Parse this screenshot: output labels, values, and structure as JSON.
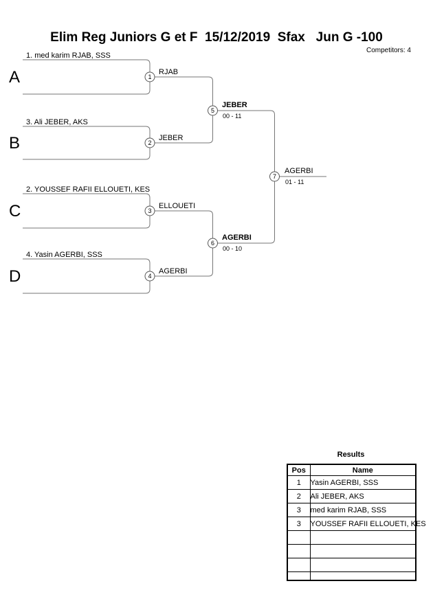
{
  "page": {
    "title": "Elim Reg Juniors G et F  15/12/2019  Sfax   Jun G -100",
    "competitors_label": "Competitors: 4"
  },
  "colors": {
    "line": "#757575",
    "circle_stroke": "#555555",
    "circle_fill": "#ffffff",
    "text": "#000000",
    "table_border": "#000000"
  },
  "bracket": {
    "slots": [
      {
        "letter": "A",
        "seed": "1. med karim RJAB, SSS"
      },
      {
        "letter": "B",
        "seed": "3. Ali JEBER, AKS"
      },
      {
        "letter": "C",
        "seed": "2. YOUSSEF RAFII ELLOUETI, KES"
      },
      {
        "letter": "D",
        "seed": "4. Yasin AGERBI, SSS"
      }
    ],
    "matches": [
      {
        "number": "1",
        "winner": "RJAB",
        "score": ""
      },
      {
        "number": "2",
        "winner": "JEBER",
        "score": ""
      },
      {
        "number": "3",
        "winner": "ELLOUETI",
        "score": ""
      },
      {
        "number": "4",
        "winner": "AGERBI",
        "score": ""
      },
      {
        "number": "5",
        "winner": "JEBER",
        "score": "00 - 11"
      },
      {
        "number": "6",
        "winner": "AGERBI",
        "score": "00 - 10"
      },
      {
        "number": "7",
        "winner": "AGERBI",
        "score": "01 - 11"
      }
    ]
  },
  "results": {
    "title": "Results",
    "columns": {
      "pos": "Pos",
      "name": "Name"
    },
    "rows": [
      {
        "pos": "1",
        "name": "Yasin AGERBI, SSS"
      },
      {
        "pos": "2",
        "name": "Ali JEBER, AKS"
      },
      {
        "pos": "3",
        "name": "med karim RJAB, SSS"
      },
      {
        "pos": "3",
        "name": "YOUSSEF RAFII ELLOUETI, KES"
      },
      {
        "pos": "",
        "name": ""
      },
      {
        "pos": "",
        "name": ""
      },
      {
        "pos": "",
        "name": ""
      },
      {
        "pos": "",
        "name": ""
      }
    ]
  }
}
